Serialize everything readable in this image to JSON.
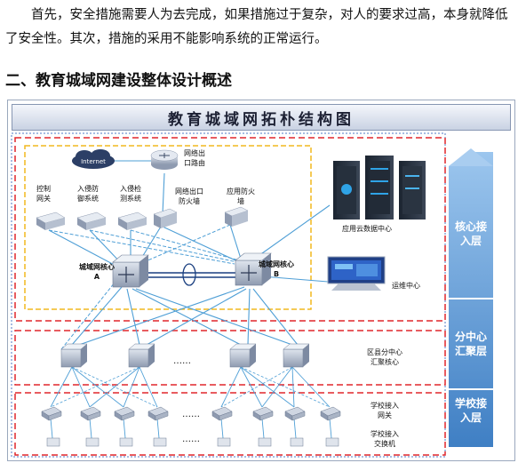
{
  "paragraph": "首先，安全措施需要人为去完成，如果措施过于复杂，对人的要求过高，本身就降低了安全性。其次，措施的采用不能影响系统的正常运行。",
  "heading": "二、教育城域网建设整体设计概述",
  "figure": {
    "title": "教育城域网拓朴结构图",
    "nodes": {
      "internet": "Internet",
      "exit_router": [
        "网络出",
        "口路由"
      ],
      "control_gateway": [
        "控制",
        "网关"
      ],
      "ips": [
        "入侵防",
        "御系统"
      ],
      "ids": [
        "入侵检",
        "测系统"
      ],
      "exit_firewall": [
        "网络出口",
        "防火墙"
      ],
      "app_firewall": [
        "应用防火",
        "墙"
      ],
      "cloud_dc": "应用云数据中心",
      "core_a": [
        "城域网核心",
        "A"
      ],
      "core_b": [
        "城域网核心",
        "B"
      ],
      "ops_center": "运维中心",
      "district_center": [
        "区县分中心",
        "汇聚核心"
      ],
      "school_gateway": [
        "学校接入",
        "网关"
      ],
      "school_switch": [
        "学校接入",
        "交换机"
      ],
      "ellipsis": "……"
    },
    "layers": {
      "core": [
        "核心接",
        "入层"
      ],
      "aggregation": [
        "分中心",
        "汇聚层"
      ],
      "access": [
        "学校接",
        "入层"
      ]
    },
    "colors": {
      "red_dash": "#e0262b",
      "yellow_dash": "#f2b81e",
      "blue_link": "#4f9fd6",
      "layer_arrow": "#4c8fd0"
    }
  }
}
